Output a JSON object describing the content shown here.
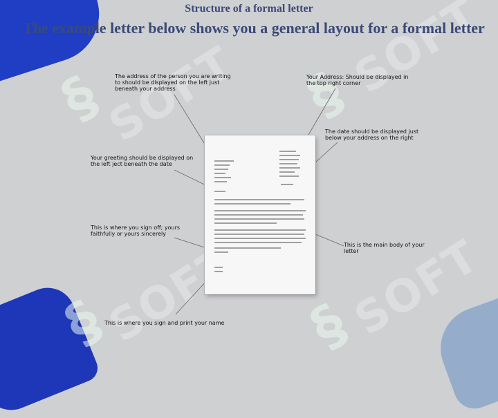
{
  "header": {
    "title": "Structure of a formal letter",
    "subtitle": "The example letter below shows you a general layout for a formal letter"
  },
  "watermark": {
    "text": "SOFT"
  },
  "annotations": {
    "recipient_address": "The address of the person you are writing to should be displayed on the left just beneath your address",
    "your_address": "Your Address: Should be displayed in the top right corner",
    "date": "The date should be displayed just below your address on the right",
    "greeting": "Your greeting should be displayed on the left ject beneath the date",
    "sign_off": "This is where you sign off; yours faithfully or yours sincerely",
    "main_body": "This is the main body of your letter",
    "sign_name": "This is where you sign and print your name"
  },
  "colors": {
    "title": "#3a4a78",
    "background": "#cfd0d2",
    "accent_blue": "#1f3ec4"
  }
}
